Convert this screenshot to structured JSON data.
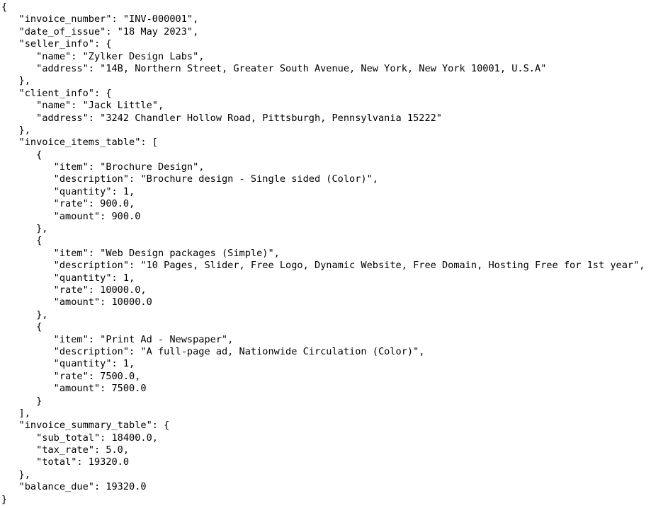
{
  "document": {
    "lines": [
      "{",
      "   \"invoice_number\": \"INV-000001\",",
      "   \"date_of_issue\": \"18 May 2023\",",
      "   \"seller_info\": {",
      "      \"name\": \"Zylker Design Labs\",",
      "      \"address\": \"14B, Northern Street, Greater South Avenue, New York, New York 10001, U.S.A\"",
      "   },",
      "   \"client_info\": {",
      "      \"name\": \"Jack Little\",",
      "      \"address\": \"3242 Chandler Hollow Road, Pittsburgh, Pennsylvania 15222\"",
      "   },",
      "   \"invoice_items_table\": [",
      "      {",
      "         \"item\": \"Brochure Design\",",
      "         \"description\": \"Brochure design - Single sided (Color)\",",
      "         \"quantity\": 1,",
      "         \"rate\": 900.0,",
      "         \"amount\": 900.0",
      "      },",
      "      {",
      "         \"item\": \"Web Design packages (Simple)\",",
      "         \"description\": \"10 Pages, Slider, Free Logo, Dynamic Website, Free Domain, Hosting Free for 1st year\",",
      "         \"quantity\": 1,",
      "         \"rate\": 10000.0,",
      "         \"amount\": 10000.0",
      "      },",
      "      {",
      "         \"item\": \"Print Ad - Newspaper\",",
      "         \"description\": \"A full-page ad, Nationwide Circulation (Color)\",",
      "         \"quantity\": 1,",
      "         \"rate\": 7500.0,",
      "         \"amount\": 7500.0",
      "      }",
      "   ],",
      "   \"invoice_summary_table\": {",
      "      \"sub_total\": 18400.0,",
      "      \"tax_rate\": 5.0,",
      "      \"total\": 19320.0",
      "   },",
      "   \"balance_due\": 19320.0",
      "}"
    ]
  }
}
